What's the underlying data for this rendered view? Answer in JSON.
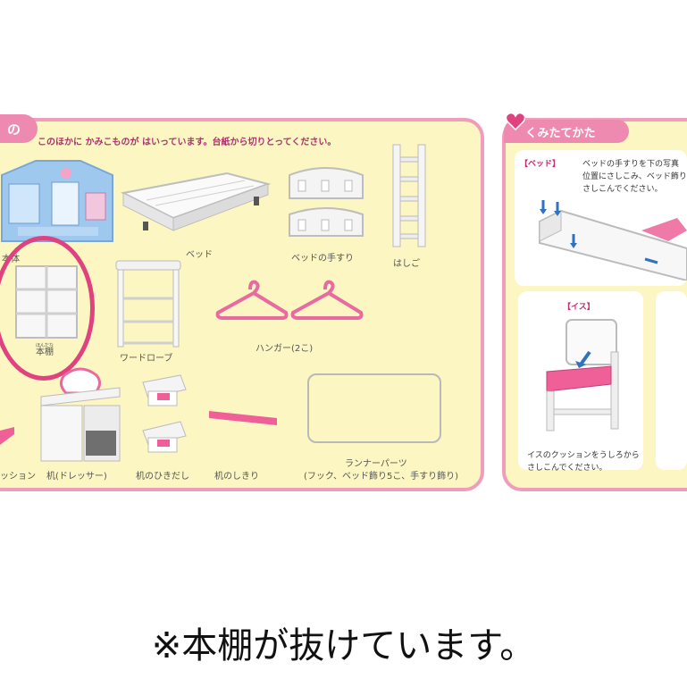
{
  "parts_panel": {
    "tab_label": "の",
    "intro": "このほかに かみこものが はいっています。台紙から切りとってください。",
    "items": {
      "body_label": "本体",
      "bed_label": "ベッド",
      "bed_rails_label": "ベッドの手すり",
      "ladder_label": "はしご",
      "bookshelf_label": "本棚",
      "bookshelf_ruby": "ほんだな",
      "wardrobe_label": "ワードローブ",
      "hangers_label": "ハンガー(2こ)",
      "cushion_label": "ッション",
      "desk_label": "机(ドレッサー)",
      "drawer_label": "机のひきだし",
      "divider_label": "机のしきり",
      "runner_label": "ランナーパーツ",
      "runner_sub": "(フック、ベッド飾り5こ、手すり飾り)"
    }
  },
  "howto_panel": {
    "tab_label": "くみたてかた",
    "bed_heading": "【ベッド】",
    "bed_text_1": "ベッドの手すりを下の写真",
    "bed_text_2": "位置にさしこみ、ベッド飾り",
    "bed_text_3": "さしこんでください。",
    "chair_heading": "【イス】",
    "chair_text_1": "イスのクッションをうしろから",
    "chair_text_2": "さしこんでください。"
  },
  "footer": {
    "note": "※本棚が抜けています。"
  },
  "colors": {
    "panel_bg": "#fbf6c2",
    "panel_border": "#ef9dba",
    "tab_pink": "#ee8aaf",
    "highlight": "#e0427f"
  }
}
